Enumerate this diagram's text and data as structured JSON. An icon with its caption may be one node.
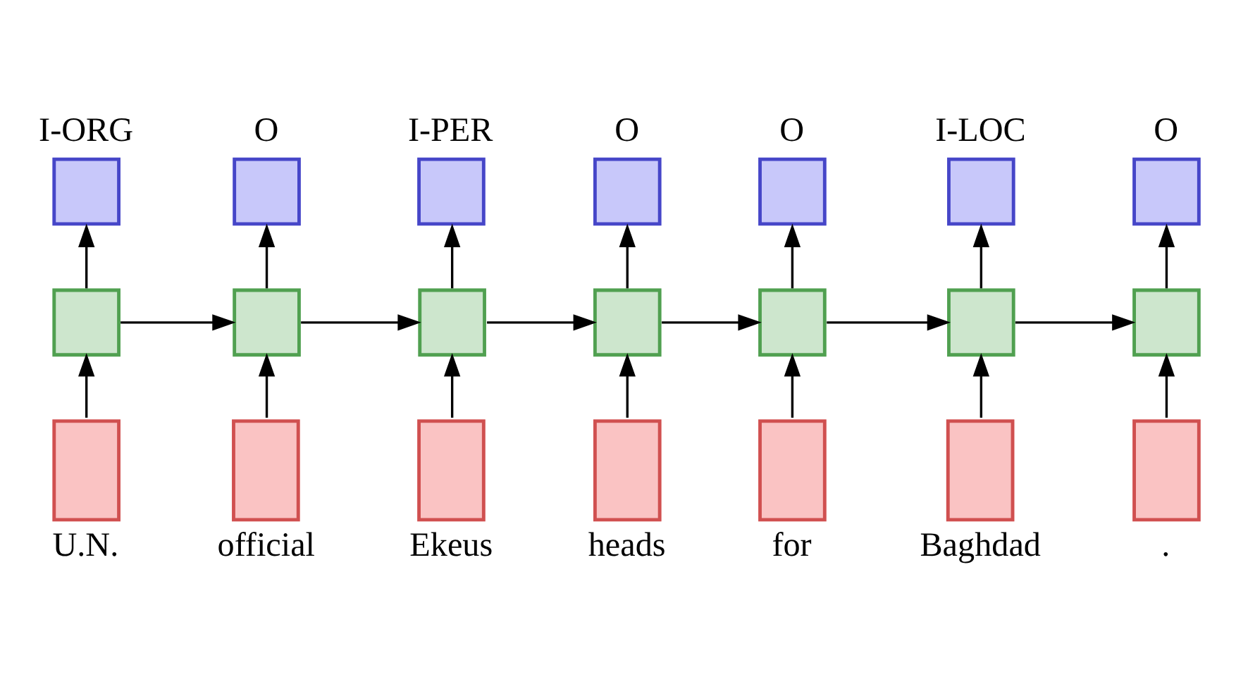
{
  "diagram": {
    "nodes": [
      {
        "text": [
          "I-ORG"
        ]
      },
      {
        "text": [
          "O"
        ]
      },
      {
        "text": [
          "I-PER"
        ]
      },
      {
        "text": [
          "O"
        ]
      },
      {
        "text": [
          "O"
        ]
      },
      {
        "text": [
          "I-LOC"
        ]
      },
      {
        "text": [
          "O"
        ]
      },
      {
        "text": [],
        "shape": "box"
      },
      {
        "text": [],
        "shape": "box"
      },
      {
        "text": [],
        "shape": "box"
      },
      {
        "text": [],
        "shape": "box"
      },
      {
        "text": [],
        "shape": "box"
      },
      {
        "text": [],
        "shape": "box"
      },
      {
        "text": [],
        "shape": "box"
      },
      {
        "text": [
          "U.N."
        ]
      },
      {
        "text": [
          "official"
        ]
      },
      {
        "text": [
          "Ekeus"
        ]
      },
      {
        "text": [
          "heads"
        ]
      },
      {
        "text": [
          "for"
        ]
      },
      {
        "text": [
          "Baghdad"
        ]
      },
      {
        "text": [
          "."
        ]
      }
    ],
    "edges": [
      {
        "from": 14,
        "to": 7,
        "arrow": "to"
      },
      {
        "from": 15,
        "to": 8,
        "arrow": "to"
      },
      {
        "from": 16,
        "to": 9,
        "arrow": "to"
      },
      {
        "from": 17,
        "to": 10,
        "arrow": "to"
      },
      {
        "from": 18,
        "to": 11,
        "arrow": "to"
      },
      {
        "from": 19,
        "to": 12,
        "arrow": "to"
      },
      {
        "from": 20,
        "to": 13,
        "arrow": "to"
      },
      {
        "from": 7,
        "to": 0,
        "arrow": "to"
      },
      {
        "from": 8,
        "to": 1,
        "arrow": "to"
      },
      {
        "from": 9,
        "to": 2,
        "arrow": "to"
      },
      {
        "from": 10,
        "to": 3,
        "arrow": "to"
      },
      {
        "from": 11,
        "to": 4,
        "arrow": "to"
      },
      {
        "from": 12,
        "to": 5,
        "arrow": "to"
      },
      {
        "from": 13,
        "to": 6,
        "arrow": "to"
      },
      {
        "from": 7,
        "to": 8,
        "arrow": "to"
      },
      {
        "from": 8,
        "to": 9,
        "arrow": "to"
      },
      {
        "from": 9,
        "to": 10,
        "arrow": "to"
      },
      {
        "from": 10,
        "to": 11,
        "arrow": "to"
      },
      {
        "from": 11,
        "to": 12,
        "arrow": "to"
      },
      {
        "from": 12,
        "to": 13,
        "arrow": "to"
      }
    ]
  }
}
